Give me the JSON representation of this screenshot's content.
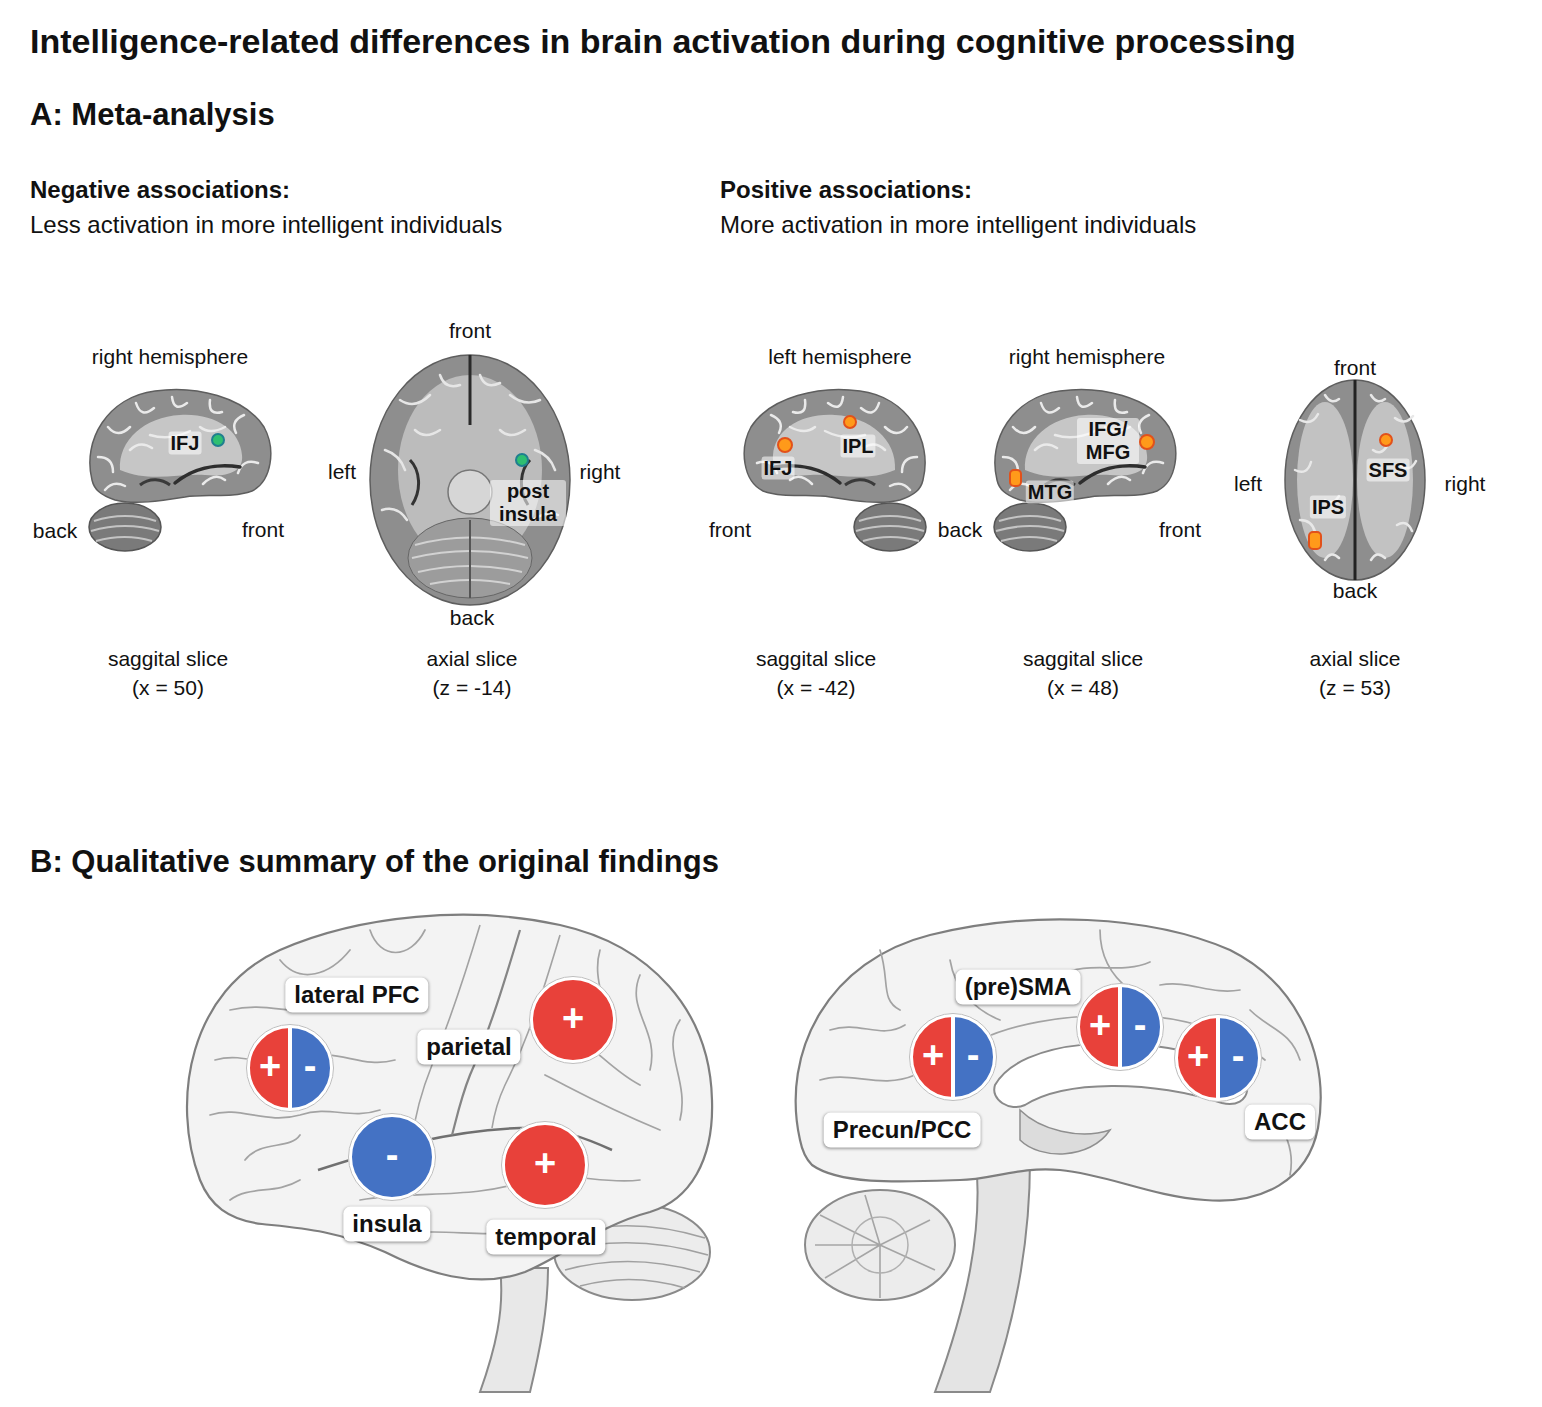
{
  "diagram": {
    "title": "Intelligence-related differences in brain activation during cognitive processing",
    "nodes": [
      {
        "text": [
          "+",
          "-"
        ]
      },
      {
        "text": [
          "lateral PFC"
        ]
      },
      {
        "text": [
          "+"
        ]
      },
      {
        "text": [
          "parietal"
        ]
      },
      {
        "text": [
          "-"
        ]
      },
      {
        "text": [
          "insula"
        ]
      },
      {
        "text": [
          "+"
        ]
      },
      {
        "text": [
          "temporal"
        ]
      },
      {
        "text": [
          "(pre)SMA"
        ]
      },
      {
        "text": [
          "+",
          "-"
        ]
      },
      {
        "text": [
          "+",
          "-"
        ]
      },
      {
        "text": [
          "+",
          "-"
        ]
      },
      {
        "text": [
          "Precun/PCC"
        ]
      },
      {
        "text": [
          "ACC"
        ]
      }
    ],
    "labels": [
      "A: Meta-analysis",
      "Negative associations:",
      "Less activation in more intelligent individuals",
      "Positive associations:",
      "More activation in more intelligent individuals",
      "right hemisphere",
      "IFJ",
      "back",
      "front",
      "saggital slice",
      "(x = 50)",
      "front",
      "left",
      "right",
      "post insula",
      "back",
      "axial slice",
      "(z = -14)",
      "left hemisphere",
      "IFJ",
      "IPL",
      "front",
      "back",
      "saggital slice",
      "(x = -42)",
      "right hemisphere",
      "IFG/ MFG",
      "MTG",
      "front",
      "saggital slice",
      "(x = 48)",
      "front",
      "left",
      "right",
      "SFS",
      "IPS",
      "back",
      "axial slice",
      "(z = 53)",
      "B: Qualitative summary of the original findings"
    ]
  }
}
